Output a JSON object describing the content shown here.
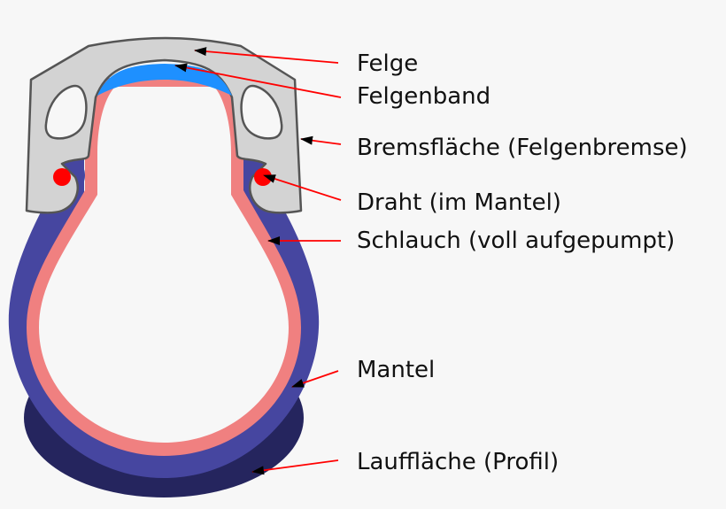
{
  "labels": {
    "felge": "Felge",
    "felgenband": "Felgenband",
    "bremsflaeche": "Bremsfläche (Felgenbremse)",
    "draht": "Draht (im Mantel)",
    "schlauch": "Schlauch (voll aufgepumpt)",
    "mantel": "Mantel",
    "laufflaeche": "Lauffläche (Profil)"
  },
  "colors": {
    "rim": "#d3d3d3",
    "rim_stroke": "#555555",
    "rim_tape": "#1e90ff",
    "tire": "#4646a0",
    "tread": "#25255e",
    "tube": "#f08080",
    "tube_inner": "#f7f7f7",
    "wire": "#ff0000",
    "leader": "#ff0000"
  }
}
